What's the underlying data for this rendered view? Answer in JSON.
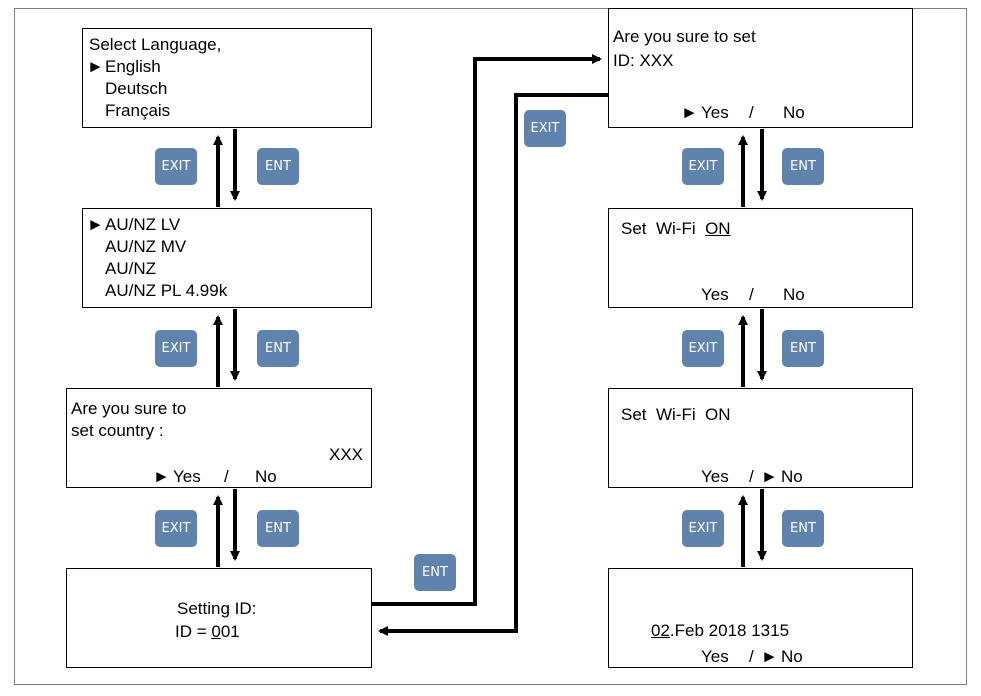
{
  "buttons": {
    "exit": "EXIT",
    "ent": "ENT"
  },
  "language_screen": {
    "title": "Select Language,",
    "pointer": "►",
    "options": [
      "English",
      "Deutsch",
      "Français"
    ]
  },
  "country_screen": {
    "pointer": "►",
    "options": [
      "AU/NZ LV",
      "AU/NZ MV",
      "AU/NZ",
      "AU/NZ PL 4.99k"
    ]
  },
  "confirm_country_screen": {
    "line1": "Are you sure to",
    "line2": "set country :",
    "value": "XXX",
    "pointer": "►",
    "yes": "Yes",
    "sep": "/",
    "no": "No"
  },
  "setting_id_screen": {
    "line1": "Setting ID:",
    "line2_prefix": "ID = ",
    "line2_cursor": "0",
    "line2_rest": "01"
  },
  "confirm_id_screen": {
    "line1": "Are you sure to set",
    "line2": "ID: XXX",
    "pointer": "►",
    "yes": "Yes",
    "sep": "/",
    "no": "No"
  },
  "wifi_on_screen_a": {
    "label": "Set  Wi-Fi  ",
    "value": "ON",
    "yes": "Yes",
    "sep": "/",
    "no": "No"
  },
  "wifi_on_screen_b": {
    "label": "Set  Wi-Fi  ON",
    "yes": "Yes",
    "sep": "/",
    "pointer": "►",
    "no": "No"
  },
  "date_screen": {
    "cursor": "02",
    "rest": ".Feb 2018 1315",
    "yes": "Yes",
    "sep": "/",
    "pointer": "►",
    "no": "No"
  }
}
